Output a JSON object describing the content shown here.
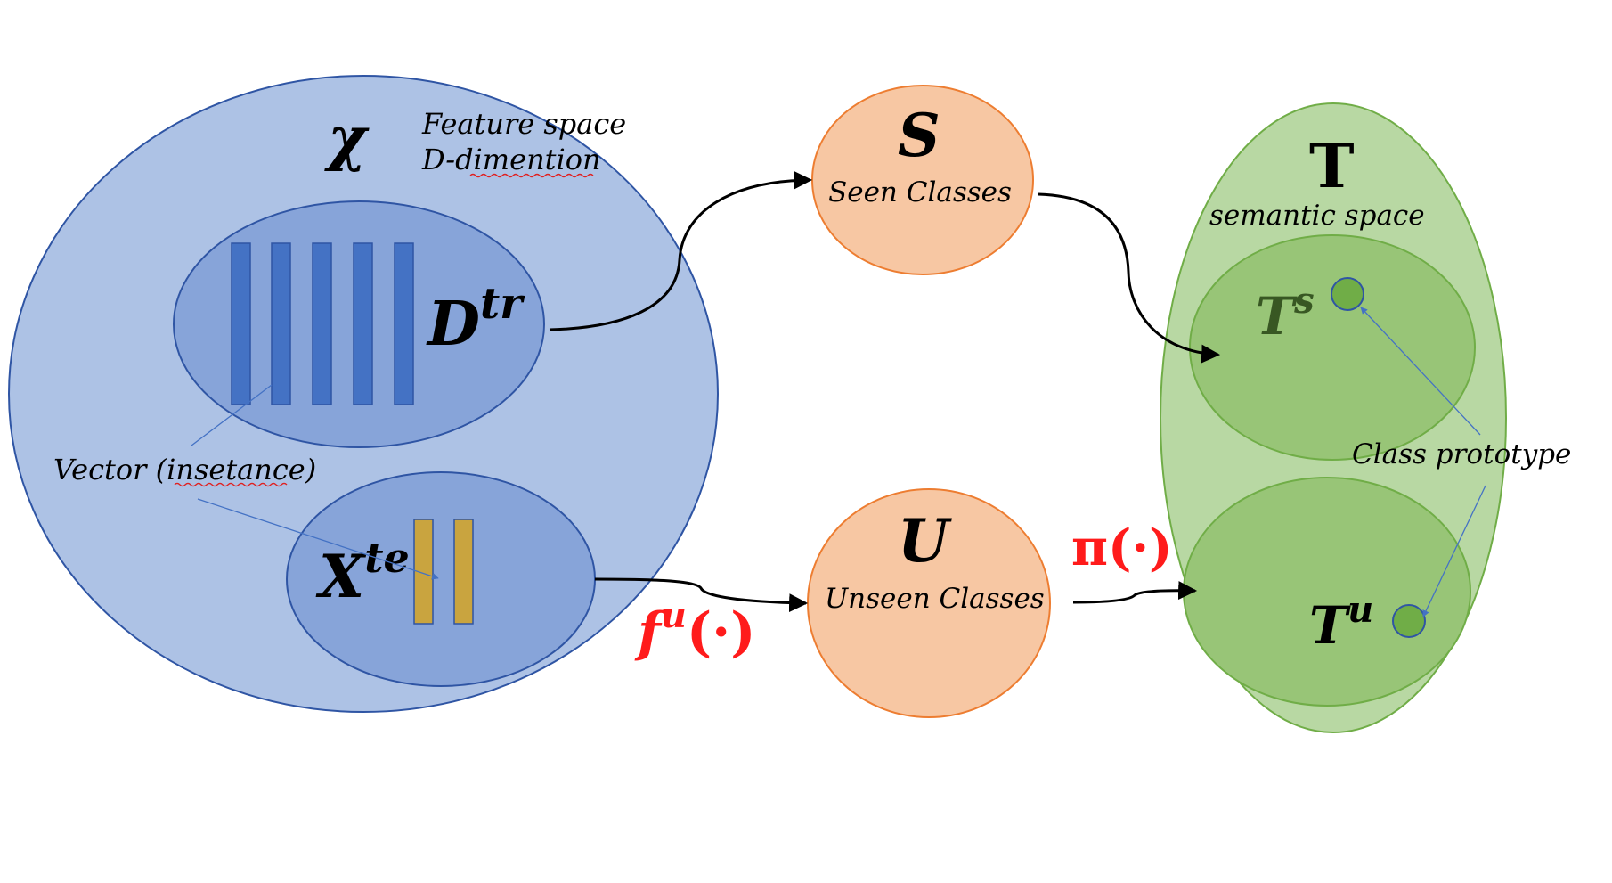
{
  "feature_space": {
    "symbol": "χ",
    "label_line1": "Feature space",
    "label_line2": "D-dimention",
    "train": {
      "symbol": "D",
      "sup": "tr"
    },
    "test": {
      "symbol": "X",
      "sup": "te"
    },
    "vector_label": "Vector (insetance)"
  },
  "seen": {
    "symbol": "S",
    "label": "Seen Classes"
  },
  "unseen": {
    "symbol": "U",
    "label": "Unseen Classes"
  },
  "semantic_space": {
    "symbol": "T",
    "label": "semantic space",
    "seen_sub": {
      "symbol": "T",
      "sup": "s"
    },
    "unseen_sub": {
      "symbol": "T",
      "sup": "u"
    },
    "prototype_label": "Class prototype"
  },
  "mappings": {
    "f_symbol": "f",
    "f_sup": "u",
    "f_arg": "(·)",
    "pi_label": "π(·)"
  },
  "colors": {
    "feature_space_fill": "#adc2e5",
    "inner_fill": "#87a4d9",
    "train_bar": "#4472c4",
    "test_bar": "#c9a43f",
    "class_fill": "#f7c7a3",
    "class_stroke": "#ed7d31",
    "semantic_fill": "#b8d8a3",
    "semantic_inner": "#98c577",
    "prototype_fill": "#70ad47",
    "prototype_stroke": "#2f55a4",
    "mapping_red": "#ff1b1b"
  }
}
